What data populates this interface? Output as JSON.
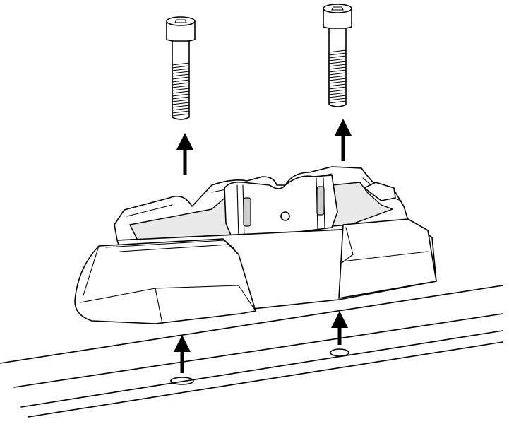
{
  "figure": {
    "background": "#ffffff",
    "line_color": "#000000",
    "parts": {
      "screw_count": 2,
      "arrow_count": 4,
      "hole_count": 2
    }
  }
}
